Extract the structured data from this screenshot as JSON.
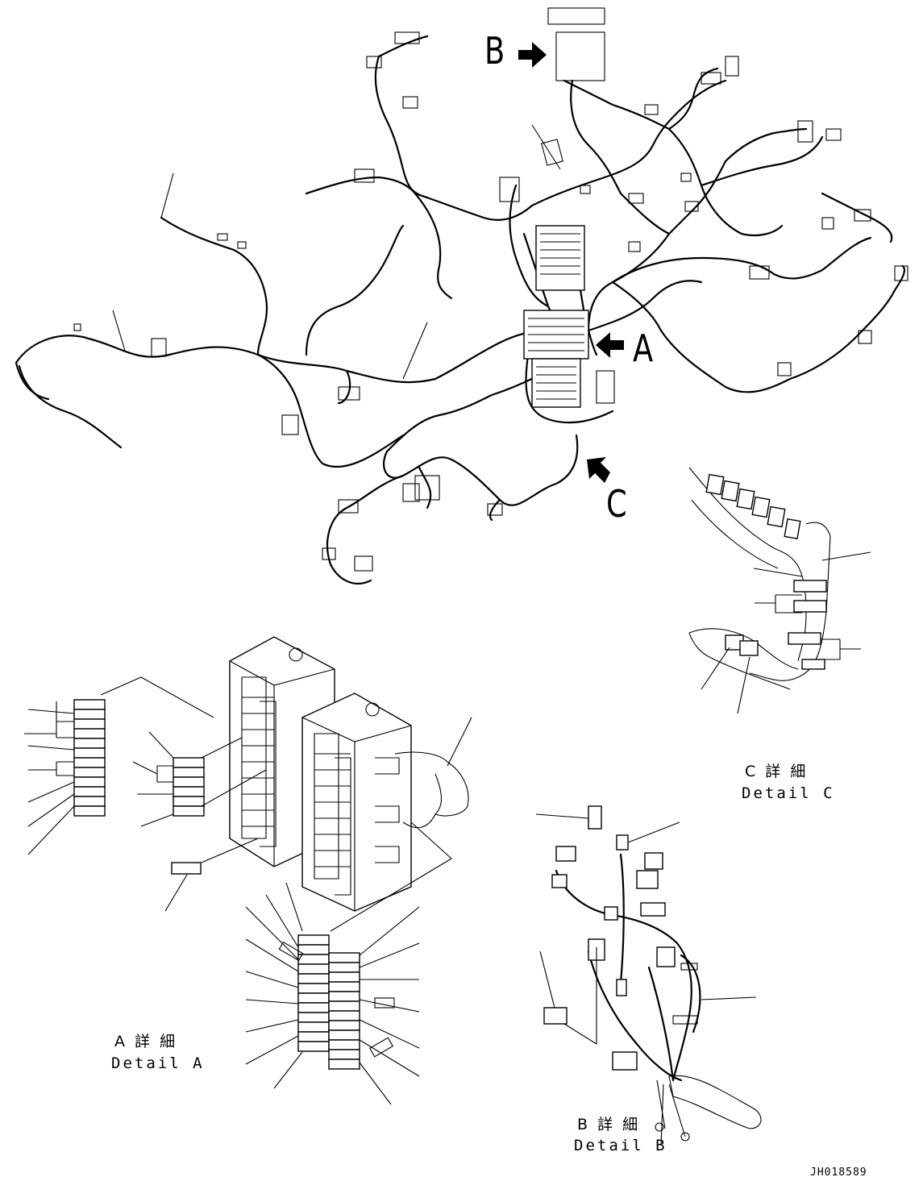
{
  "labels": {
    "view_b": "B",
    "view_a": "A",
    "view_c": "C",
    "detail_a_jp": "A 詳 細",
    "detail_a_en": "Detail A",
    "detail_b_jp": "B 詳 細",
    "detail_b_en": "Detail B",
    "detail_c_jp": "C 詳 細",
    "detail_c_en": "Detail C",
    "drawing_code": "JH018589"
  },
  "colors": {
    "line": "#000000",
    "background": "#ffffff"
  },
  "icons": {
    "arrow": "view-arrow-icon"
  }
}
